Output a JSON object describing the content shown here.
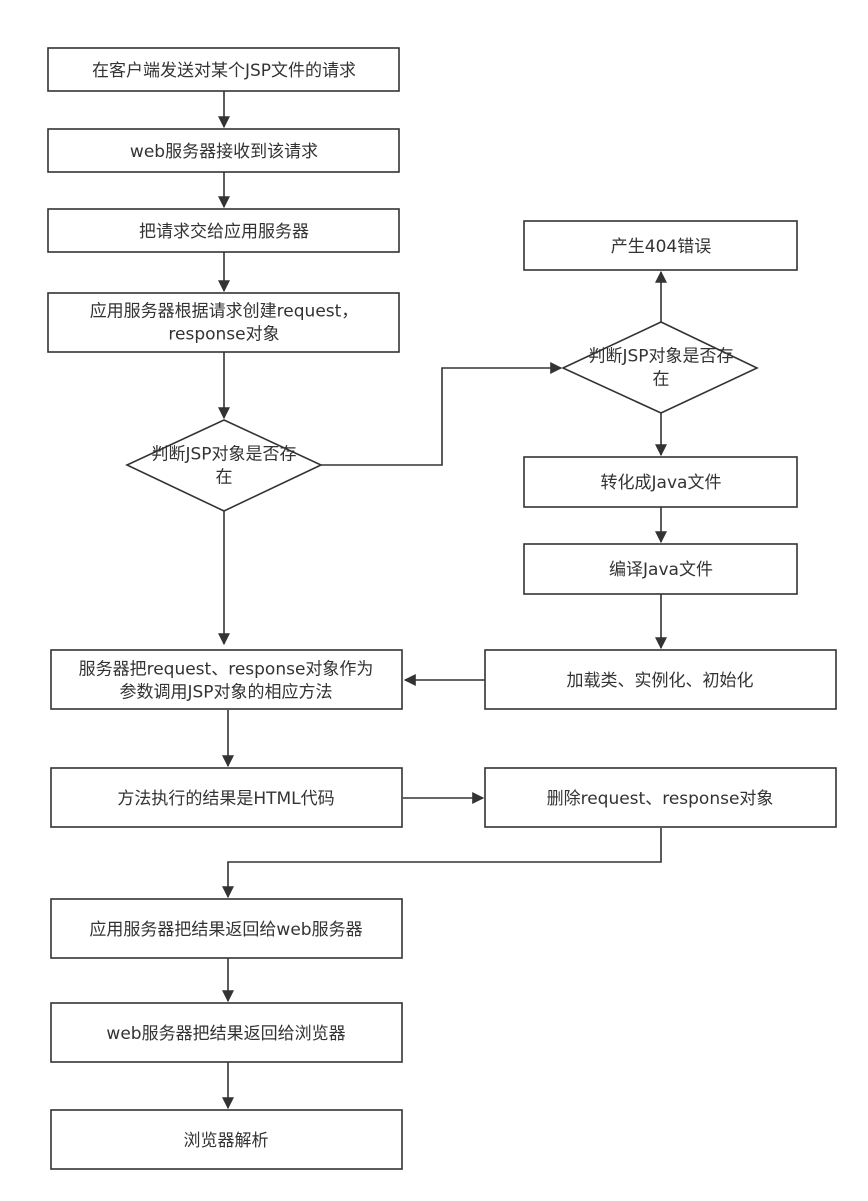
{
  "nodes": {
    "request_sent": [
      "在客户端发送对某个JSP文件的请求"
    ],
    "web_receive": [
      "web服务器接收到该请求"
    ],
    "forward_app": [
      "把请求交给应用服务器"
    ],
    "create_objects": [
      "应用服务器根据请求创建request，",
      "response对象"
    ],
    "decision_left": [
      "判断JSP对象是否存",
      "在"
    ],
    "decision_right": [
      "判断JSP对象是否存",
      "在"
    ],
    "error_404": [
      "产生404错误"
    ],
    "to_java": [
      "转化成Java文件"
    ],
    "compile_java": [
      "编译Java文件"
    ],
    "load_class": [
      "加载类、实例化、初始化"
    ],
    "invoke_method": [
      "服务器把request、response对象作为",
      "参数调用JSP对象的相应方法"
    ],
    "html_result": [
      "方法执行的结果是HTML代码"
    ],
    "delete_objects": [
      "删除request、response对象"
    ],
    "return_web": [
      "应用服务器把结果返回给web服务器"
    ],
    "return_browser": [
      "web服务器把结果返回给浏览器"
    ],
    "browser_parse": [
      "浏览器解析"
    ]
  }
}
